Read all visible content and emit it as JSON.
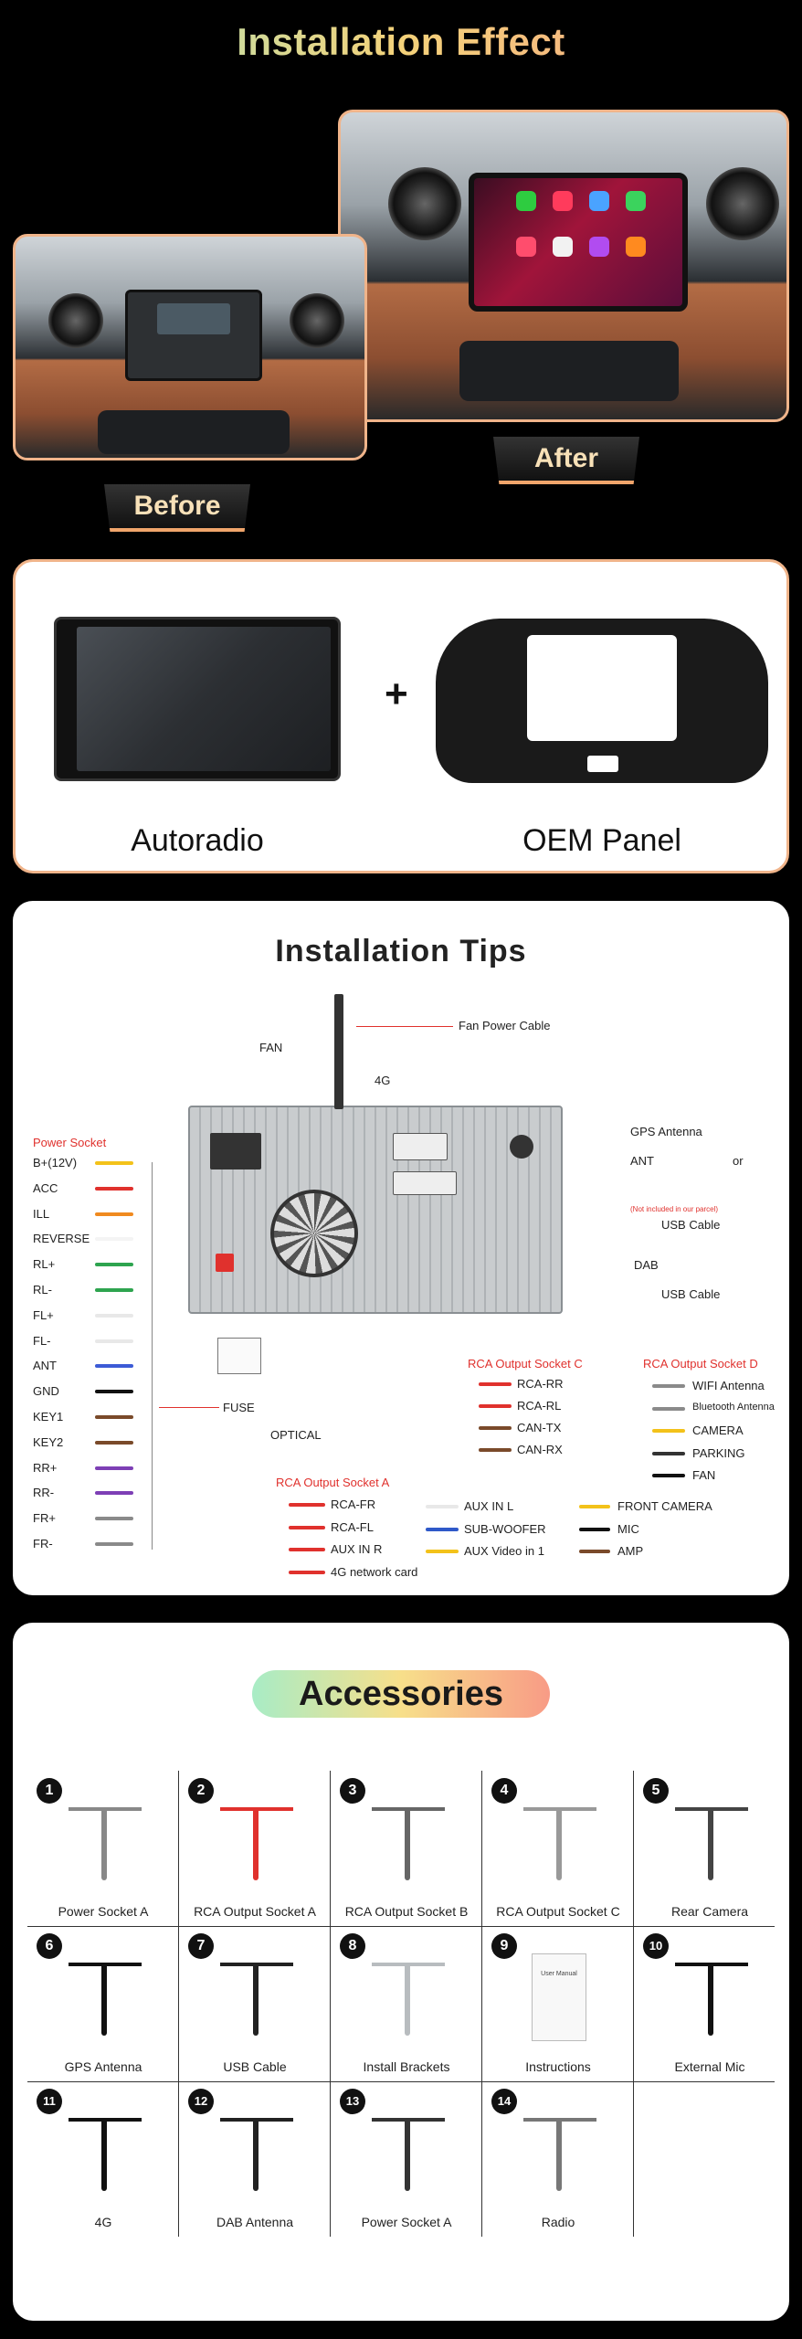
{
  "effect": {
    "title": "Installation Effect",
    "before_label": "Before",
    "after_label": "After"
  },
  "products": {
    "left_label": "Autoradio",
    "plus": "+",
    "right_label": "OEM Panel"
  },
  "tips": {
    "title": "Installation Tips",
    "fan": "FAN",
    "fan_power_cable": "Fan Power Cable",
    "fourg": "4G",
    "power_socket": "Power Socket",
    "power_pins": [
      "B+(12V)",
      "ACC",
      "ILL",
      "REVERSE",
      "RL+",
      "RL-",
      "FL+",
      "FL-",
      "ANT",
      "GND",
      "KEY1",
      "KEY2",
      "RR+",
      "RR-",
      "FR+",
      "FR-"
    ],
    "gps_antenna": "GPS Antenna",
    "ant": "ANT",
    "or": "or",
    "not_included": "(Not included in our parcel)",
    "usb_cable_1": "USB Cable",
    "dab": "DAB",
    "usb_cable_2": "USB Cable",
    "fuse": "FUSE",
    "optical": "OPTICAL",
    "rca_c_title": "RCA Output Socket C",
    "rca_c_items": [
      "RCA-RR",
      "RCA-RL",
      "CAN-TX",
      "CAN-RX"
    ],
    "rca_d_title": "RCA Output Socket D",
    "rca_d_items": [
      "WIFI Antenna",
      "Bluetooth Antenna",
      "CAMERA",
      "PARKING",
      "FAN"
    ],
    "rca_a_title": "RCA Output Socket A",
    "rca_a_items": [
      "RCA-FR",
      "RCA-FL",
      "AUX IN R",
      "4G network card"
    ],
    "mid_items": [
      "AUX IN L",
      "SUB-WOOFER",
      "AUX Video in 1"
    ],
    "right_items": [
      "FRONT CAMERA",
      "MIC",
      "AMP"
    ]
  },
  "accessories": {
    "title": "Accessories",
    "items": [
      {
        "num": "1",
        "label": "Power Socket A"
      },
      {
        "num": "2",
        "label": "RCA Output Socket A"
      },
      {
        "num": "3",
        "label": "RCA Output Socket B"
      },
      {
        "num": "4",
        "label": "RCA Output Socket C"
      },
      {
        "num": "5",
        "label": "Rear Camera"
      },
      {
        "num": "6",
        "label": "GPS Antenna"
      },
      {
        "num": "7",
        "label": "USB Cable"
      },
      {
        "num": "8",
        "label": "Install Brackets"
      },
      {
        "num": "9",
        "label": "Instructions"
      },
      {
        "num": "10",
        "label": "External Mic"
      },
      {
        "num": "11",
        "label": "4G"
      },
      {
        "num": "12",
        "label": "DAB Antenna"
      },
      {
        "num": "13",
        "label": "Power Socket A"
      },
      {
        "num": "14",
        "label": "Radio"
      }
    ],
    "manual_text": "User Manual"
  },
  "colors": {
    "accent": "#f0b48a",
    "tip_red": "#e0312d"
  }
}
